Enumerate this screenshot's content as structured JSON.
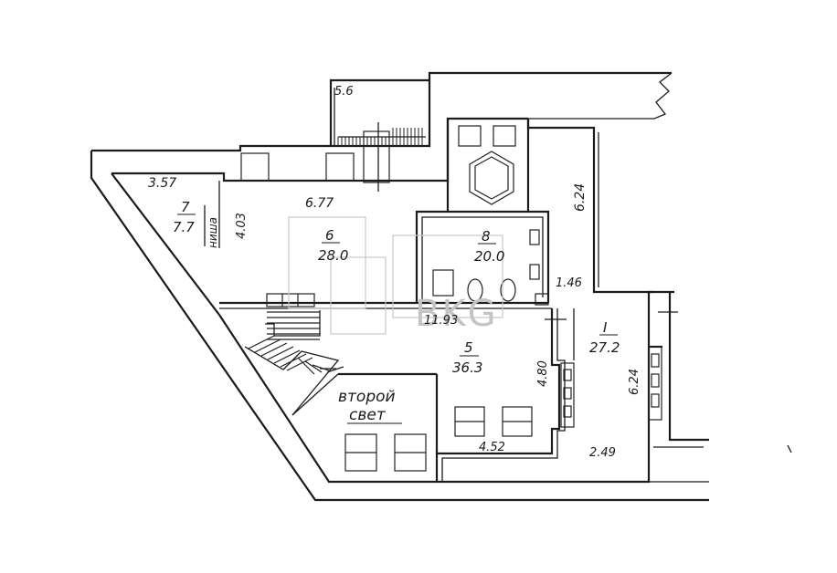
{
  "rooms": [
    {
      "id": "7",
      "area": "7.7"
    },
    {
      "id": "6",
      "area": "28.0"
    },
    {
      "id": "8",
      "area": "20.0"
    },
    {
      "id": "5",
      "area": "36.3"
    },
    {
      "id": "I",
      "area": "27.2"
    }
  ],
  "dimensions": {
    "d_5_6": "5.6",
    "d_3_57": "3.57",
    "d_6_77": "6.77",
    "d_4_03": "4.03",
    "d_1_46": "1.46",
    "d_6_24_top": "6.24",
    "d_11_93": "11.93",
    "d_4_80": "4.80",
    "d_6_24_right": "6.24",
    "d_4_52": "4.52",
    "d_2_49": "2.49"
  },
  "labels": {
    "niche": "ниша",
    "second_light_1": "второй",
    "second_light_2": "свет"
  },
  "watermark": "BKG"
}
